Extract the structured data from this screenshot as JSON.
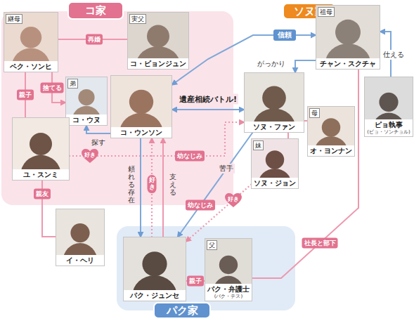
{
  "diagram": {
    "nodes": [
      {
        "text": [
          "コ家"
        ]
      },
      {
        "text": [
          "継母",
          "ペク・ソンヒ"
        ],
        "in": 0
      },
      {
        "text": [
          "実父",
          "コ・ビョンジュン"
        ],
        "in": 0
      },
      {
        "text": [
          "弟",
          "コ・ウヌ"
        ],
        "in": 0
      },
      {
        "text": [
          "コ・ウンソン"
        ],
        "in": 0
      },
      {
        "text": [
          "ユ・スンミ"
        ],
        "in": 0
      },
      {
        "text": [
          "ソヌ家"
        ]
      },
      {
        "text": [
          "祖母",
          "チャン・スクチャ"
        ]
      },
      {
        "text": [
          "ソヌ・ファン"
        ]
      },
      {
        "text": [
          "母",
          "オ・ヨンナン"
        ]
      },
      {
        "text": [
          "妹",
          "ソヌ・ジョン"
        ]
      },
      {
        "text": [
          "ピョ執事",
          "(ピョ・ソンチョル)"
        ]
      },
      {
        "text": [
          "イ・ヘリ"
        ]
      },
      {
        "text": [
          "パク家"
        ]
      },
      {
        "text": [
          "パク・ジュンセ"
        ],
        "in": 13
      },
      {
        "text": [
          "父",
          "パク・弁護士",
          "(パク・テス)"
        ],
        "in": 13
      }
    ],
    "edges": [
      {
        "from": 1,
        "to": 2,
        "arrow": "none",
        "label": "再婚"
      },
      {
        "from": 1,
        "to": 3,
        "arrow": "to",
        "label": "捨てる"
      },
      {
        "from": 1,
        "to": 5,
        "arrow": "none",
        "label": "親子"
      },
      {
        "from": 4,
        "to": 3,
        "arrow": "to",
        "label": "探す"
      },
      {
        "from": 4,
        "to": 7,
        "arrow": "both",
        "label": "信頼"
      },
      {
        "from": 7,
        "to": 8,
        "arrow": "to",
        "label": "がっかり"
      },
      {
        "from": 4,
        "to": 8,
        "arrow": "both",
        "label": "遺産相続バトル!"
      },
      {
        "from": 11,
        "to": 7,
        "arrow": "to",
        "label": "仕える"
      },
      {
        "from": 8,
        "to": 9,
        "arrow": "none"
      },
      {
        "from": 8,
        "to": 10,
        "arrow": "none"
      },
      {
        "from": 5,
        "to": 8,
        "arrow": "to",
        "label": "幼なじみ"
      },
      {
        "from": 14,
        "to": 4,
        "arrow": "to",
        "label": "好き"
      },
      {
        "from": 4,
        "to": 14,
        "arrow": "to",
        "label": "頼れる存在"
      },
      {
        "from": 14,
        "to": 4,
        "arrow": "to",
        "label": "支える"
      },
      {
        "from": 8,
        "to": 14,
        "arrow": "to",
        "label": "苦手"
      },
      {
        "from": 10,
        "to": 14,
        "arrow": "to",
        "label": "好き"
      },
      {
        "from": 5,
        "to": 12,
        "arrow": "none",
        "label": "親友"
      },
      {
        "from": 14,
        "to": 15,
        "arrow": "none",
        "label": "親子"
      },
      {
        "from": 7,
        "to": 15,
        "arrow": "none",
        "label": "社長と部下"
      }
    ],
    "labels": [
      "好き",
      "幼なじみ"
    ]
  }
}
